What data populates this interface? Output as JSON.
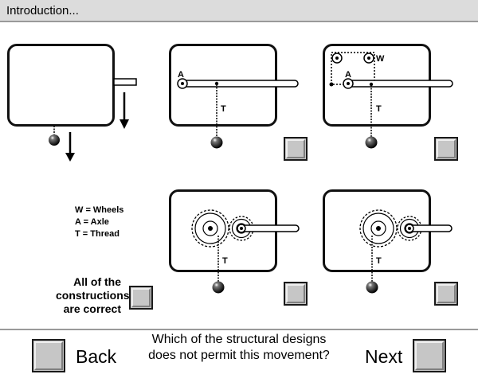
{
  "window": {
    "title": "Introduction..."
  },
  "labels": {
    "axle": "A",
    "thread": "T",
    "wheels": "W"
  },
  "legend": {
    "wheels": "W = Wheels",
    "axle": "A = Axle",
    "thread": "T = Thread"
  },
  "options": {
    "all_correct": "All of the constructions are correct"
  },
  "footer": {
    "back_label": "Back",
    "next_label": "Next",
    "question": "Which of the structural designs does not permit this movement?"
  }
}
